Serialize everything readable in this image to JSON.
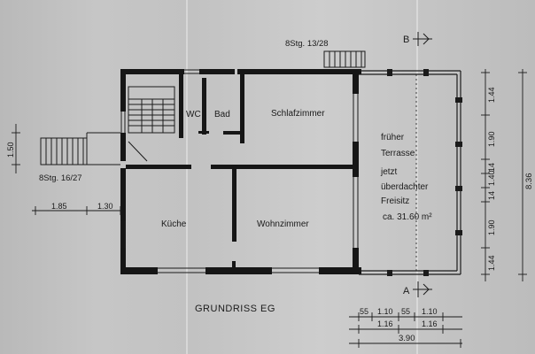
{
  "plan": {
    "title": "GRUNDRISS  EG",
    "rooms": {
      "wc": "WC",
      "bad": "Bad",
      "schlafzimmer": "Schlafzimmer",
      "kueche": "Küche",
      "wohnzimmer": "Wohnzimmer"
    },
    "terrace": {
      "line1": "früher",
      "line2": "Terrasse",
      "line3": "jetzt",
      "line4": "überdachter",
      "line5": "Freisitz",
      "area": "ca. 31.60 m²"
    },
    "stairs": {
      "top": "8Stg. 13/28",
      "left": "8Stg. 16/27"
    },
    "section_marks": {
      "b": "B",
      "a": "A"
    },
    "dims_left": {
      "height": "1.50",
      "w1": "1.85",
      "w2": "1.30"
    },
    "dims_right": {
      "d1": "1.44",
      "d2": "1.90",
      "d3": "14",
      "d4": "1.40",
      "d5": "14",
      "d6": "1.90",
      "d7": "1.44",
      "total": "8.36"
    },
    "dims_bottom": {
      "a1": "55",
      "a2": "1.10",
      "a3": "55",
      "a4": "1.10",
      "b1": "1.16",
      "b2": "1.16",
      "total": "3.90"
    }
  }
}
